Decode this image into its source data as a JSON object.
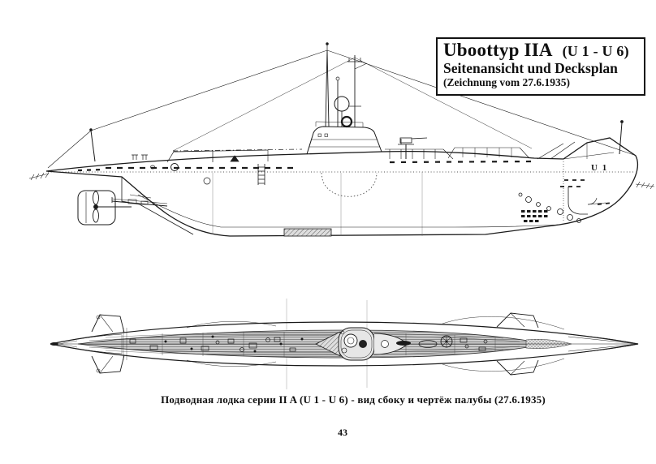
{
  "page": {
    "paper_color": "#ffffff",
    "ink_color": "#1a1a1a"
  },
  "title_box": {
    "line1_main": "Uboottyp IIA",
    "line1_detail": "(U 1  -  U 6)",
    "line2": "Seitenansicht und Decksplan",
    "line3": "(Zeichnung vom 27.6.1935)"
  },
  "side_view": {
    "hull_marking": "U 1"
  },
  "caption": "Подводная лодка серии II A (U 1 - U 6) - вид сбоку и чертёж палубы (27.6.1935)",
  "page_number": "43"
}
